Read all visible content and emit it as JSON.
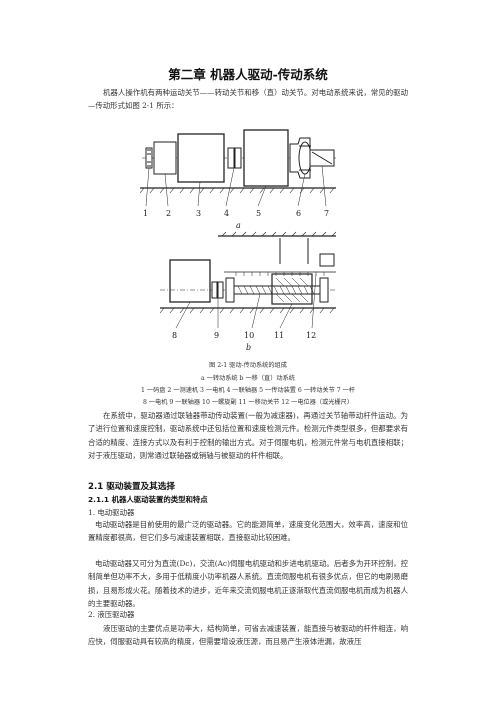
{
  "heading": "第二章  机器人驱动-传动系统",
  "intro": "机器人操作机有两种运动关节——转动关节和移（直）动关节。对电动系统来说，常见的驱动—传动形式如图 2-1 所示：",
  "figure": {
    "top_labels": [
      "1",
      "2",
      "3",
      "4",
      "5",
      "6",
      "7"
    ],
    "top_sub": "a",
    "bottom_labels": [
      "8",
      "9",
      "10",
      "11",
      "12"
    ],
    "bottom_sub": "b",
    "caption": "图 2-1  驱动-传动系统的组成",
    "sub_caption": "a 一转动系统    b 一移（直）动系统",
    "legend_line1": "1 一码盘    2 一测速机    3 一电机    4 一联轴器    5 一传动装置    6 一转动关节    7 一杆",
    "legend_line2": "8 一电机    9 一联轴器    10 一螺旋副    11 一移动关节    12 一电位器（或光栅尺）"
  },
  "body_paragraph": "在系统中，驱动器通过联轴器带动传动装置(一般为减速器)，再通过关节轴带动杆件运动。为了进行位置和速度控制，驱动系统中还包括位置和速度检测元件。检测元件类型很多，但都要求有合适的精度、连接方式以及有利于控制的输出方式。对于伺服电机，检测元件常与电机直接相联；对于液压驱动，则常通过联轴器或销轴与被驱动的杆件相联。",
  "section": {
    "heading": "2.1  驱动装置及其选择",
    "subheading": "2.1.1  机器人驱动装置的类型和特点",
    "item1": "1. 电动驱动器",
    "p1": "电动驱动器是目前使用的最广泛的驱动器。它的能源简单，速度变化范围大，效率高，速度和位置精度都很高，但它们多与减速装置相联，直接驱动比较困难。",
    "p2": "电动驱动器又可分为直流(Dc)，交流(Ac)伺服电机驱动和步进电机驱动。后者多为开环控制，控制简单但功率不大，多用于低精度小功率机器人系统。直流伺服电机有很多优点，但它的电刷易磨损，且易形成火花。随着技术的进步，近年来交流伺服电机正逐渐取代直流伺服电机而成为机器人的主要驱动器。",
    "item2": "2. 液压驱动器",
    "p3": "液压驱动的主要优点是功率大，结构简单，可省去减速装置，能直接与被驱动的杆件相连，响应快，伺服驱动具有较高的精度，但需要增设液压源，而且易产生液体泄漏，故液压"
  }
}
